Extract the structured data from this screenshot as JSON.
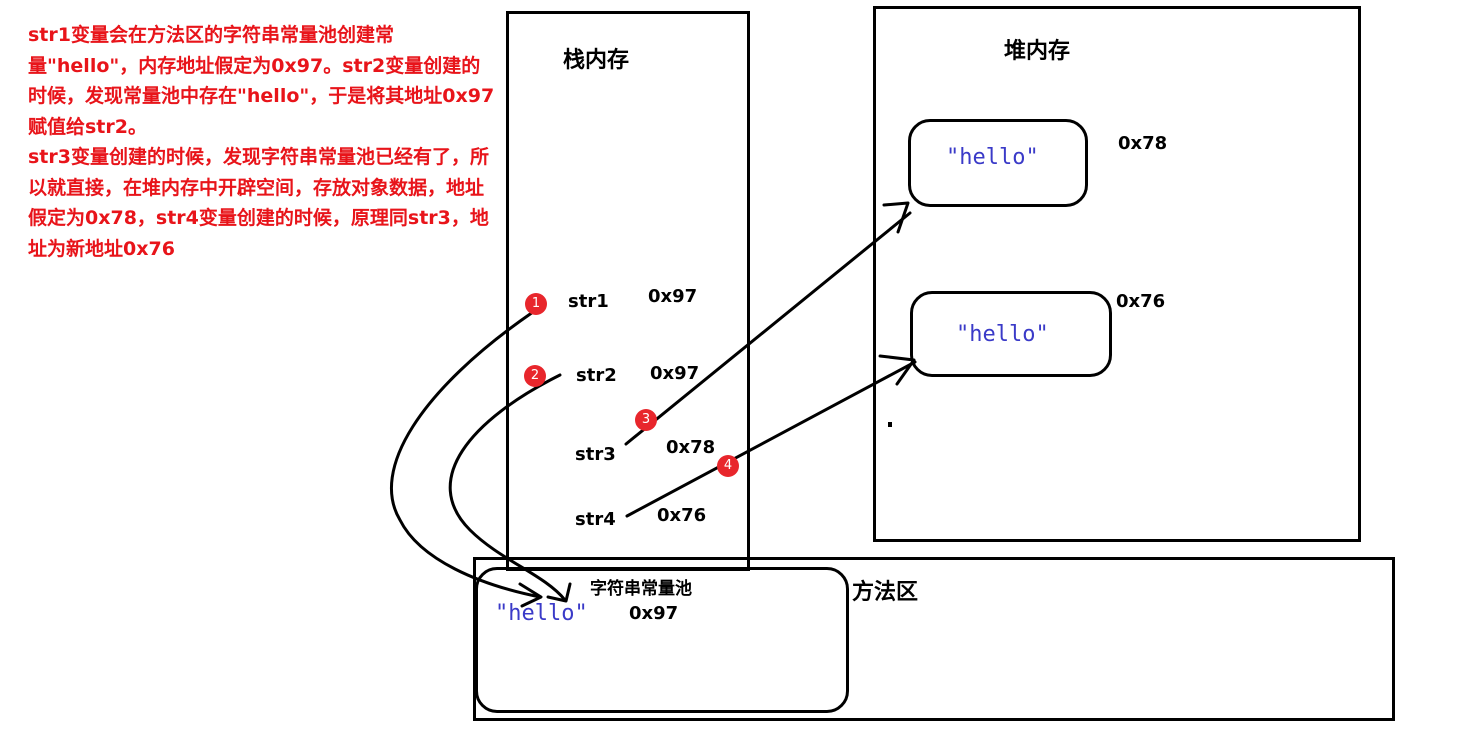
{
  "description": [
    "str1变量会在方法区的字符串常量池创建常量\"hello\"，内存地址假定为0x97。str2变量创建的时候，发现常量池中存在\"hello\"，于是将其地址0x97赋值给str2。",
    "str3变量创建的时候，发现字符串常量池已经有了，所以就直接，在堆内存中开辟空间，存放对象数据，地址假定为0x78，str4变量创建的时候，原理同str3，地址为新地址0x76"
  ],
  "stack": {
    "title": "栈内存",
    "vars": [
      {
        "name": "str1",
        "addr": "0x97",
        "badge": "1"
      },
      {
        "name": "str2",
        "addr": "0x97",
        "badge": "2"
      },
      {
        "name": "str3",
        "addr": "0x78",
        "badge": "3"
      },
      {
        "name": "str4",
        "addr": "0x76",
        "badge": "4"
      }
    ]
  },
  "heap": {
    "title": "堆内存",
    "objects": [
      {
        "value": "\"hello\"",
        "addr": "0x78"
      },
      {
        "value": "\"hello\"",
        "addr": "0x76"
      }
    ]
  },
  "method_area": {
    "title": "方法区",
    "pool_title": "字符串常量池",
    "pool_value": "\"hello\"",
    "pool_addr": "0x97"
  },
  "colors": {
    "text_red": "#e8141a",
    "string_blue": "#3a3ac8",
    "badge_red": "#e8262c",
    "line": "#000000"
  }
}
